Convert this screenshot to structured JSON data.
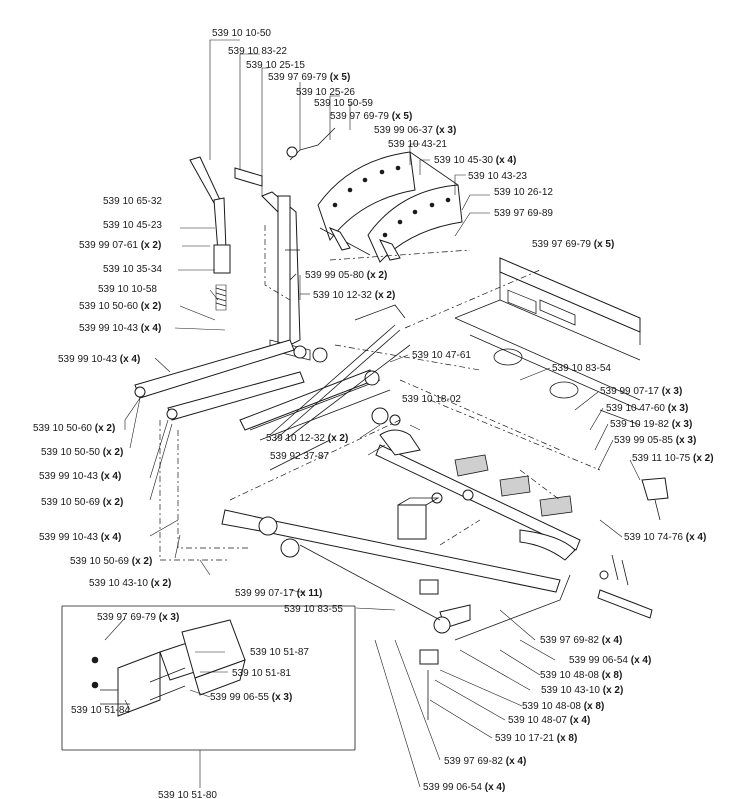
{
  "callouts": [
    {
      "part": "539 10 10-50",
      "qty": ""
    },
    {
      "part": "539 10 83-22",
      "qty": ""
    },
    {
      "part": "539 10 25-15",
      "qty": ""
    },
    {
      "part": "539 97 69-79",
      "qty": "(x 5)"
    },
    {
      "part": "539 10 25-26",
      "qty": ""
    },
    {
      "part": "539 10 50-59",
      "qty": ""
    },
    {
      "part": "539 97 69-79",
      "qty": "(x 5)"
    },
    {
      "part": "539 99 06-37",
      "qty": "(x 3)"
    },
    {
      "part": "539 10 43-21",
      "qty": ""
    },
    {
      "part": "539 10 45-30",
      "qty": "(x 4)"
    },
    {
      "part": "539 10 43-23",
      "qty": ""
    },
    {
      "part": "539 10 26-12",
      "qty": ""
    },
    {
      "part": "539 97 69-89",
      "qty": ""
    },
    {
      "part": "539 97 69-79",
      "qty": "(x 5)"
    },
    {
      "part": "539 10 65-32",
      "qty": ""
    },
    {
      "part": "539 10 45-23",
      "qty": ""
    },
    {
      "part": "539 99 07-61",
      "qty": "(x 2)"
    },
    {
      "part": "539 10 35-34",
      "qty": ""
    },
    {
      "part": "539 99 05-80",
      "qty": "(x 2)"
    },
    {
      "part": "539 10 10-58",
      "qty": ""
    },
    {
      "part": "539 10 12-32",
      "qty": "(x 2)"
    },
    {
      "part": "539 10 50-60",
      "qty": "(x 2)"
    },
    {
      "part": "539 99 10-43",
      "qty": "(x 4)"
    },
    {
      "part": "539 99 10-43",
      "qty": "(x 4)"
    },
    {
      "part": "539 10 47-61",
      "qty": ""
    },
    {
      "part": "539 10 83-54",
      "qty": ""
    },
    {
      "part": "539 99 07-17",
      "qty": "(x 3)"
    },
    {
      "part": "539 10 18-02",
      "qty": ""
    },
    {
      "part": "539 10 47-60",
      "qty": "(x 3)"
    },
    {
      "part": "539 10 50-60",
      "qty": "(x 2)"
    },
    {
      "part": "539 10 19-82",
      "qty": "(x 3)"
    },
    {
      "part": "539 10 12-32",
      "qty": "(x 2)"
    },
    {
      "part": "539 99 05-85",
      "qty": "(x 3)"
    },
    {
      "part": "539 10 50-50",
      "qty": "(x 2)"
    },
    {
      "part": "539 92 37-87",
      "qty": ""
    },
    {
      "part": "539 11 10-75",
      "qty": "(x 2)"
    },
    {
      "part": "539 99 10-43",
      "qty": "(x 4)"
    },
    {
      "part": "539 10 50-69",
      "qty": "(x 2)"
    },
    {
      "part": "539 99 10-43",
      "qty": "(x 4)"
    },
    {
      "part": "539 10 74-76",
      "qty": "(x 4)"
    },
    {
      "part": "539 10 50-69",
      "qty": "(x 2)"
    },
    {
      "part": "539 10 43-10",
      "qty": "(x 2)"
    },
    {
      "part": "539 99 07-17",
      "qty": "(x 11)"
    },
    {
      "part": "539 10 83-55",
      "qty": ""
    },
    {
      "part": "539 97 69-79",
      "qty": "(x 3)"
    },
    {
      "part": "539 10 51-87",
      "qty": ""
    },
    {
      "part": "539 97 69-82",
      "qty": "(x 4)"
    },
    {
      "part": "539 10 51-81",
      "qty": ""
    },
    {
      "part": "539 99 06-54",
      "qty": "(x 4)"
    },
    {
      "part": "539 10 48-08",
      "qty": "(x 8)"
    },
    {
      "part": "539 99 06-55",
      "qty": "(x 3)"
    },
    {
      "part": "539 10 43-10",
      "qty": "(x 2)"
    },
    {
      "part": "539 10 51-84",
      "qty": ""
    },
    {
      "part": "539 10 48-08",
      "qty": "(x 8)"
    },
    {
      "part": "539 10 48-07",
      "qty": "(x 4)"
    },
    {
      "part": "539 10 17-21",
      "qty": "(x 8)"
    },
    {
      "part": "539 97 69-82",
      "qty": "(x 4)"
    },
    {
      "part": "539 99 06-54",
      "qty": "(x 4)"
    },
    {
      "part": "539 10 51-80",
      "qty": ""
    }
  ]
}
